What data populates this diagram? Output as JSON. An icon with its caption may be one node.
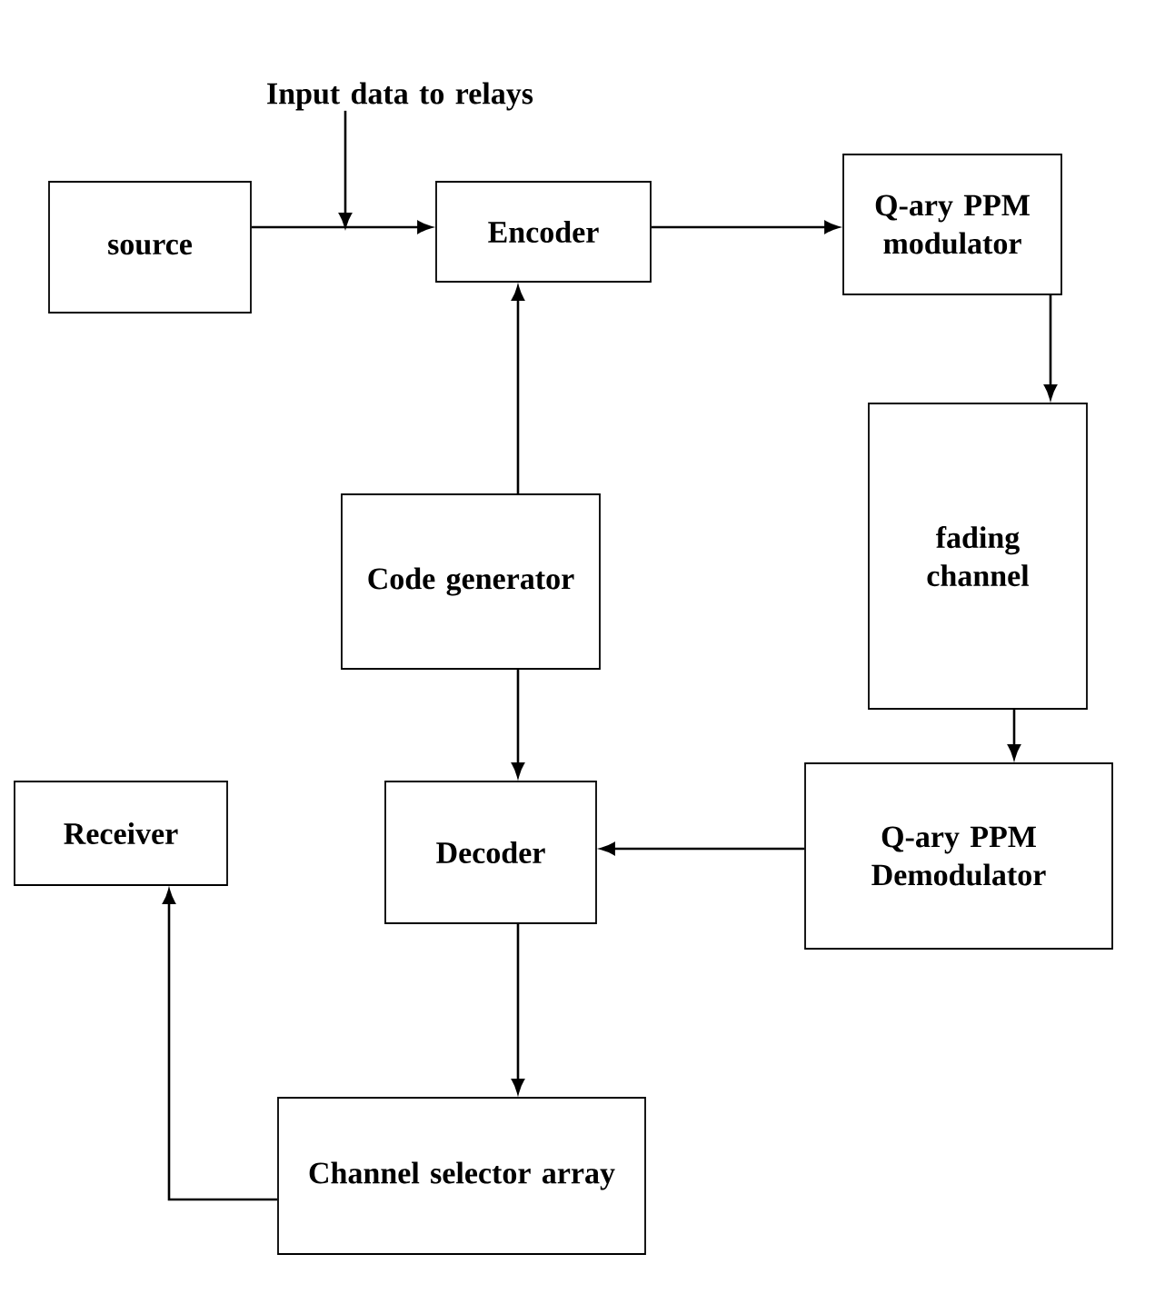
{
  "diagram": {
    "nodes": [
      {
        "text": [
          "source"
        ]
      },
      {
        "text": [
          "Encoder"
        ]
      },
      {
        "text": [
          "Q-ary PPM modulator"
        ]
      },
      {
        "text": [
          "fading channel"
        ]
      },
      {
        "text": [
          "Code generator"
        ]
      },
      {
        "text": [
          "Decoder"
        ]
      },
      {
        "text": [
          "Q-ary PPM Demodulator"
        ]
      },
      {
        "text": [
          "Receiver"
        ]
      },
      {
        "text": [
          "Channel selector array"
        ]
      },
      {
        "text": [
          "Input data to relays"
        ]
      }
    ],
    "edges": [
      {
        "from": 0,
        "to": 1,
        "arrow": "to"
      },
      {
        "from": 1,
        "to": 2,
        "arrow": "to"
      },
      {
        "from": 2,
        "to": 3,
        "arrow": "to"
      },
      {
        "from": 3,
        "to": 6,
        "arrow": "to"
      },
      {
        "from": 4,
        "to": 1,
        "arrow": "to"
      },
      {
        "from": 4,
        "to": 5,
        "arrow": "to"
      },
      {
        "from": 6,
        "to": 5,
        "arrow": "to"
      },
      {
        "from": 5,
        "to": 8,
        "arrow": "to"
      },
      {
        "from": 8,
        "to": 7,
        "arrow": "to"
      },
      {
        "from": 9,
        "to": null,
        "arrow": "to"
      }
    ]
  }
}
